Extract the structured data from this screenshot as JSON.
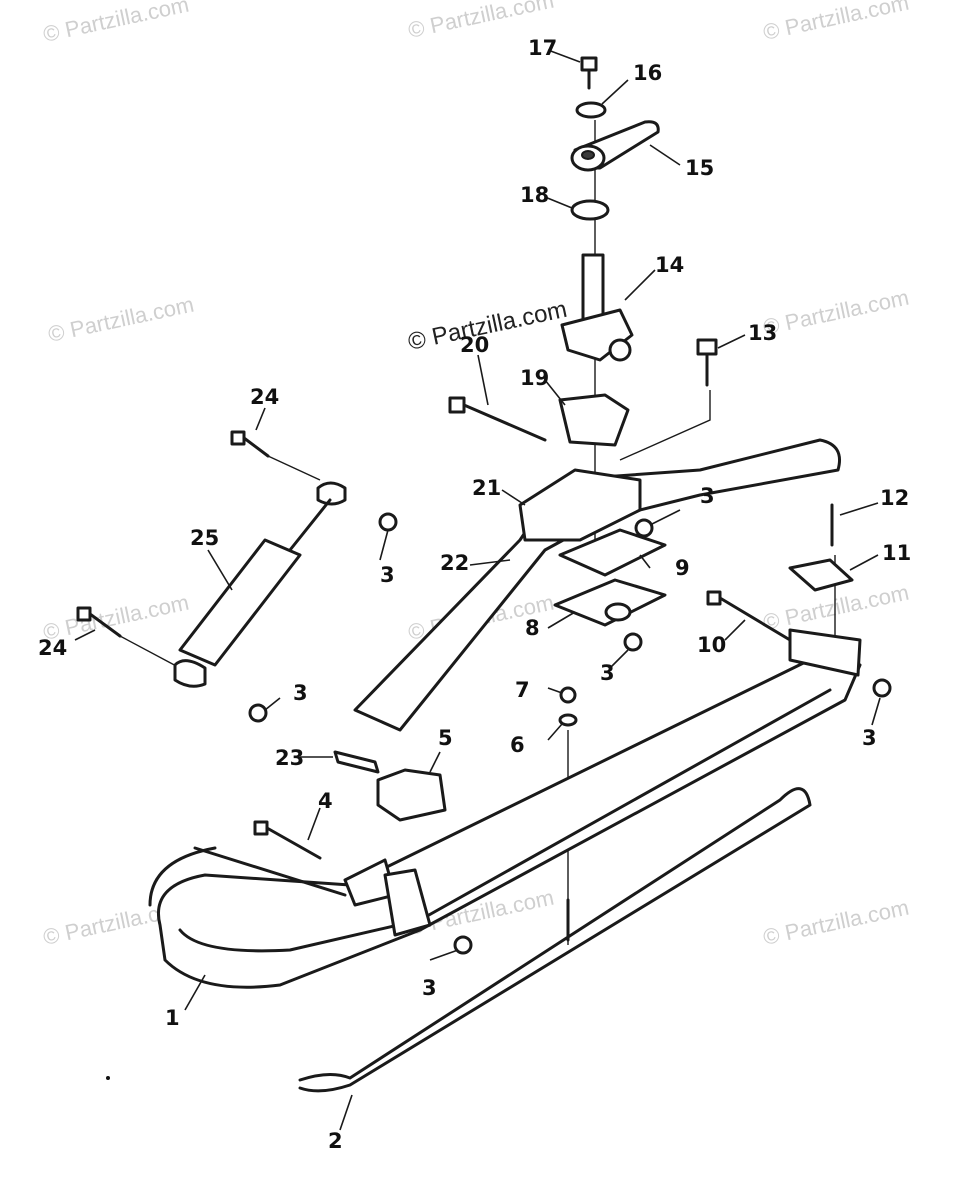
{
  "watermarks": {
    "copyright_text": "© Partzilla.com",
    "center_text": "© Partzilla.com"
  },
  "callouts": {
    "c1": "1",
    "c2": "2",
    "c3a": "3",
    "c3b": "3",
    "c3c": "3",
    "c3d": "3",
    "c3e": "3",
    "c4": "4",
    "c5": "5",
    "c6": "6",
    "c7": "7",
    "c8": "8",
    "c9": "9",
    "c10": "10",
    "c11": "11",
    "c12": "12",
    "c13": "13",
    "c14": "14",
    "c15": "15",
    "c16": "16",
    "c17": "17",
    "c18": "18",
    "c19": "19",
    "c20": "20",
    "c21": "21",
    "c22": "22",
    "c23": "23",
    "c24a": "24",
    "c24b": "24",
    "c25": "25"
  }
}
